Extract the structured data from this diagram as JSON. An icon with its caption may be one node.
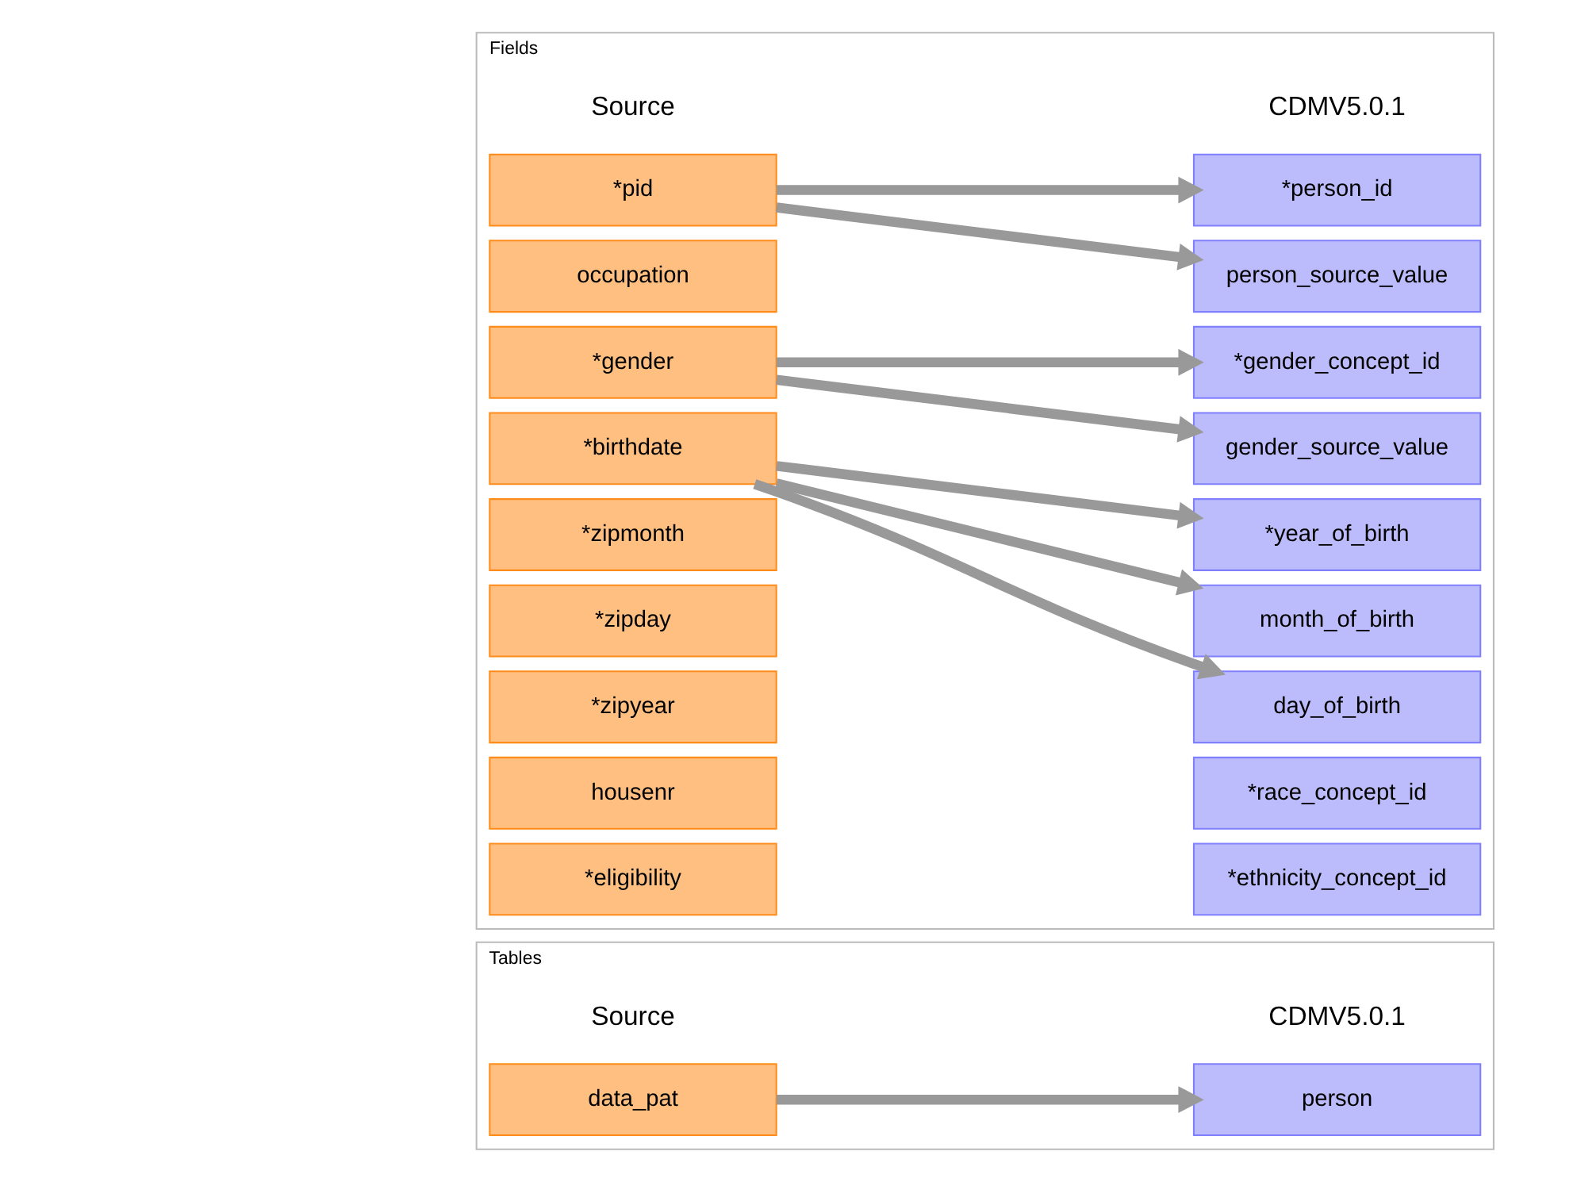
{
  "diagram": {
    "nodes": [
      {
        "text": [
          "Tables"
        ]
      },
      {
        "text": [
          "data_pat"
        ],
        "in": 0
      },
      {
        "text": [
          "person"
        ],
        "in": 0
      },
      {
        "text": [
          "Fields"
        ]
      },
      {
        "text": [
          "*pid"
        ],
        "in": 3
      },
      {
        "text": [
          "occupation"
        ],
        "in": 3
      },
      {
        "text": [
          "*gender"
        ],
        "in": 3
      },
      {
        "text": [
          "*birthdate"
        ],
        "in": 3
      },
      {
        "text": [
          "*zipmonth"
        ],
        "in": 3
      },
      {
        "text": [
          "*zipday"
        ],
        "in": 3
      },
      {
        "text": [
          "*zipyear"
        ],
        "in": 3
      },
      {
        "text": [
          "housenr"
        ],
        "in": 3
      },
      {
        "text": [
          "*eligibility"
        ],
        "in": 3
      },
      {
        "text": [
          "*person_id"
        ],
        "in": 3
      },
      {
        "text": [
          "person_source_value"
        ],
        "in": 3
      },
      {
        "text": [
          "*gender_concept_id"
        ],
        "in": 3
      },
      {
        "text": [
          "gender_source_value"
        ],
        "in": 3
      },
      {
        "text": [
          "*year_of_birth"
        ],
        "in": 3
      },
      {
        "text": [
          "month_of_birth"
        ],
        "in": 3
      },
      {
        "text": [
          "day_of_birth"
        ],
        "in": 3
      },
      {
        "text": [
          "*race_concept_id"
        ],
        "in": 3
      },
      {
        "text": [
          "*ethnicity_concept_id"
        ],
        "in": 3
      }
    ],
    "edges": [
      {
        "from": 1,
        "to": 2,
        "arrow": "to"
      },
      {
        "from": 4,
        "to": 13,
        "arrow": "to"
      },
      {
        "from": 4,
        "to": 14,
        "arrow": "to"
      },
      {
        "from": 6,
        "to": 15,
        "arrow": "to"
      },
      {
        "from": 6,
        "to": 16,
        "arrow": "to"
      },
      {
        "from": 7,
        "to": 17,
        "arrow": "to"
      },
      {
        "from": 7,
        "to": 18,
        "arrow": "to"
      },
      {
        "from": 7,
        "to": 19,
        "arrow": "to"
      }
    ],
    "labels": [
      "Source",
      "CDMV5.0.1",
      "Source",
      "CDMV5.0.1"
    ]
  }
}
